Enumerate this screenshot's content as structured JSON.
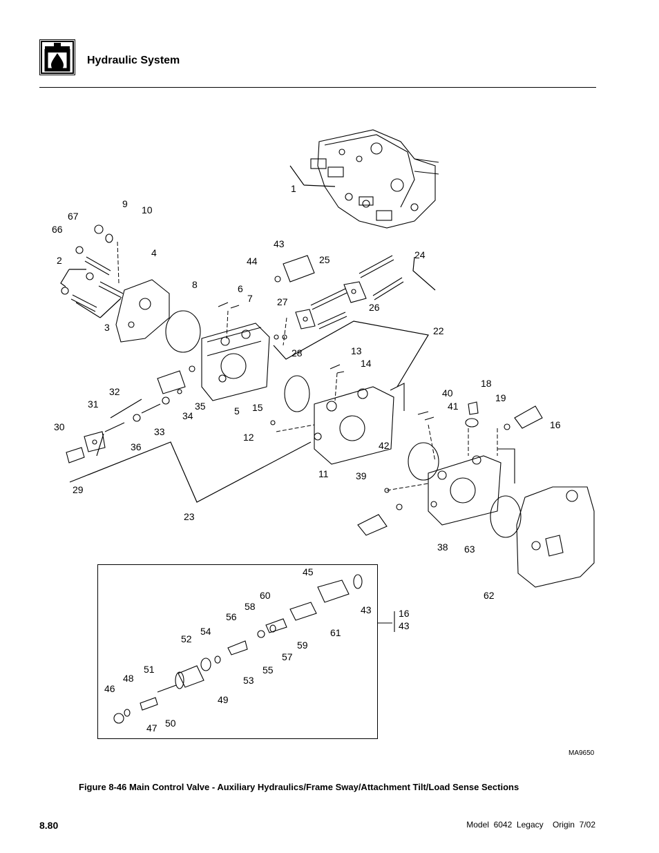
{
  "header": {
    "title": "Hydraulic System",
    "logo_icon": "hydraulic-oil-drop-icon"
  },
  "figure": {
    "drawing_id": "MA9650",
    "callouts": [
      "1",
      "9",
      "10",
      "67",
      "66",
      "4",
      "2",
      "3",
      "8",
      "6",
      "7",
      "43",
      "44",
      "25",
      "24",
      "27",
      "26",
      "28",
      "22",
      "5",
      "35",
      "34",
      "32",
      "33",
      "31",
      "36",
      "30",
      "29",
      "23",
      "13",
      "14",
      "15",
      "12",
      "11",
      "18",
      "19",
      "40",
      "41",
      "16",
      "42",
      "39",
      "38",
      "63",
      "62",
      "45",
      "60",
      "58",
      "56",
      "54",
      "52",
      "51",
      "48",
      "46",
      "47",
      "50",
      "49",
      "53",
      "55",
      "57",
      "59",
      "61"
    ],
    "inset_labels": [
      "16",
      "43"
    ]
  },
  "caption": "Figure 8-46  Main Control Valve - Auxiliary Hydraulics/Frame Sway/Attachment Tilt/Load Sense Sections",
  "footer": {
    "page_number": "8.80",
    "model_info": "Model  6042  Legacy    Origin  7/02"
  }
}
